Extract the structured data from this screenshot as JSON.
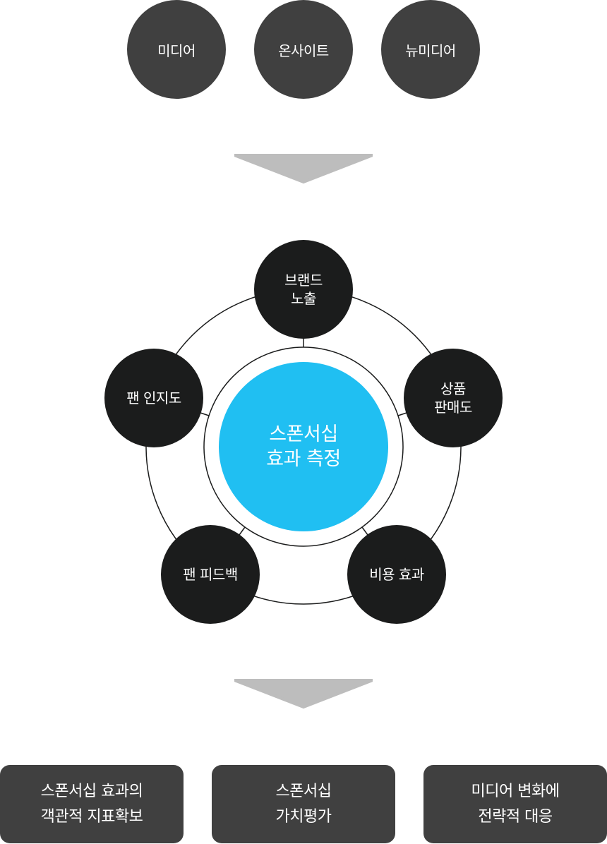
{
  "sources": [
    {
      "label": "미디어"
    },
    {
      "label": "온사이트"
    },
    {
      "label": "뉴미디어"
    }
  ],
  "center": {
    "label": "스폰서십\n효과 측정"
  },
  "nodes": [
    {
      "label": "브랜드\n노출"
    },
    {
      "label": "상품\n판매도"
    },
    {
      "label": "비용 효과"
    },
    {
      "label": "팬 피드백"
    },
    {
      "label": "팬 인지도"
    }
  ],
  "outcomes": [
    {
      "label": "스폰서십 효과의\n객관적 지표확보"
    },
    {
      "label": "스폰서십\n가치평가"
    },
    {
      "label": "미디어 변화에\n전략적 대응"
    }
  ],
  "colors": {
    "source_fill": "#404040",
    "node_fill": "#1b1c1c",
    "center_fill": "#20bff2",
    "arrow_fill": "#bdbdbd",
    "line": "#1b1c1c"
  }
}
